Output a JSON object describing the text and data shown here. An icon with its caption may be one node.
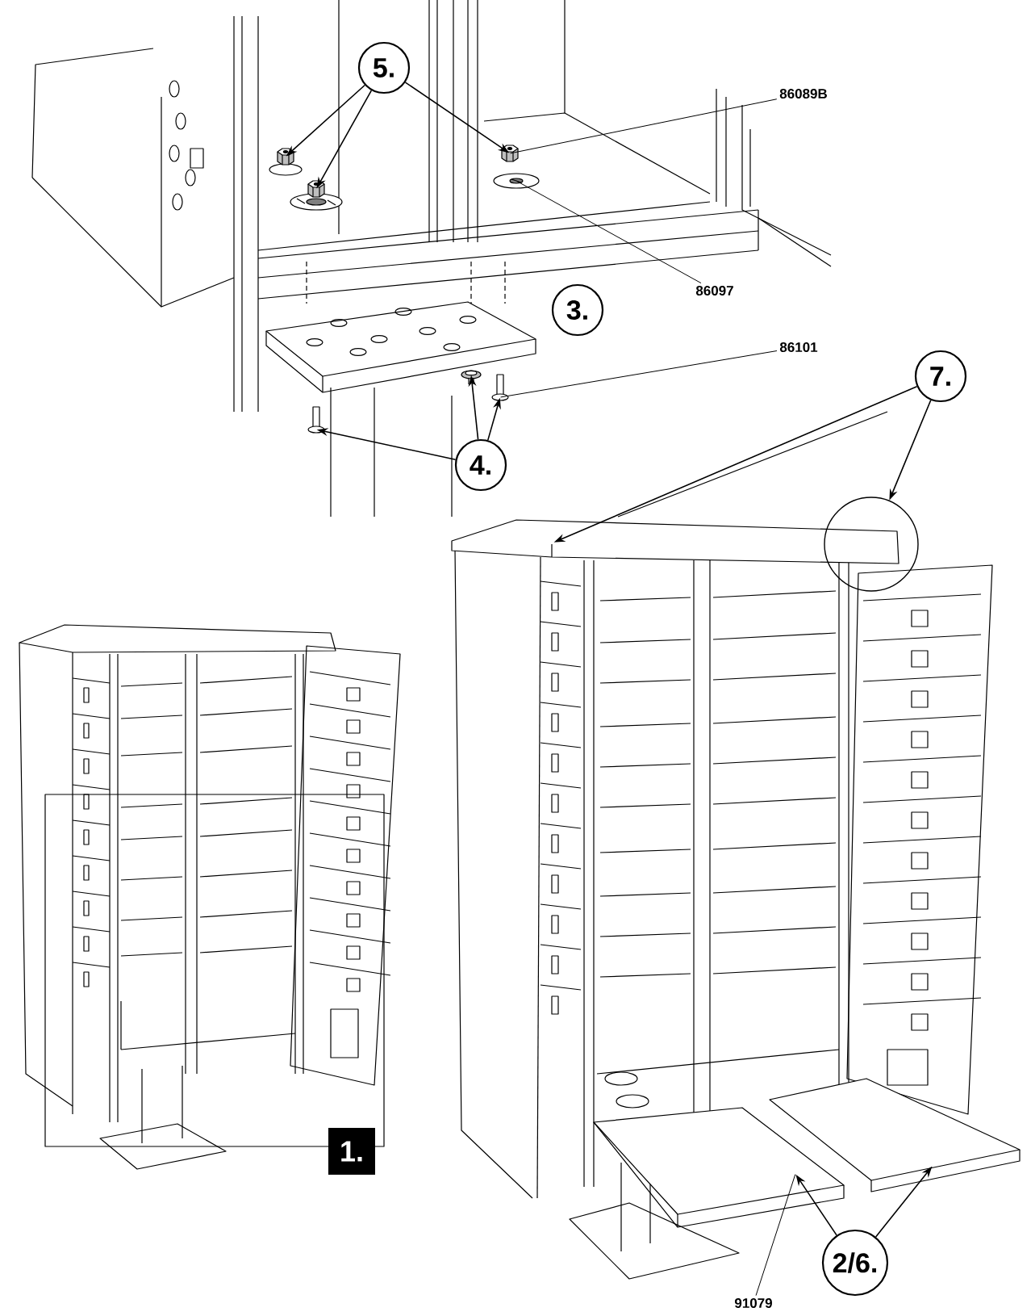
{
  "diagram": {
    "nodes": [
      {
        "text": [
          "5."
        ]
      },
      {
        "text": [],
        "shape": "picture"
      },
      {
        "text": [],
        "shape": "picture"
      },
      {
        "text": [],
        "shape": "picture"
      },
      {
        "text": [
          "86089B"
        ]
      },
      {
        "text": [
          "86097"
        ]
      },
      {
        "text": [],
        "shape": "picture"
      },
      {
        "text": [
          "3."
        ]
      },
      {
        "text": [
          "86101"
        ]
      },
      {
        "text": [],
        "shape": "picture"
      },
      {
        "text": [
          "4."
        ]
      },
      {
        "text": [],
        "shape": "picture"
      },
      {
        "text": [],
        "shape": "picture"
      },
      {
        "text": [
          "7."
        ]
      },
      {
        "text": [],
        "shape": "picture"
      },
      {
        "text": [],
        "shape": "circle"
      },
      {
        "text": [
          "1."
        ]
      },
      {
        "text": [
          "2/6."
        ]
      },
      {
        "text": [],
        "shape": "picture"
      },
      {
        "text": [],
        "shape": "picture"
      },
      {
        "text": [
          "91079"
        ]
      }
    ],
    "edges": [
      {
        "from": 0,
        "to": 1,
        "arrow": "to"
      },
      {
        "from": 0,
        "to": 2,
        "arrow": "to"
      },
      {
        "from": 0,
        "to": 3,
        "arrow": "to"
      },
      {
        "from": 4,
        "to": 3,
        "arrow": "none"
      },
      {
        "from": 5,
        "to": 6,
        "arrow": "none"
      },
      {
        "from": 8,
        "to": 9,
        "arrow": "none"
      },
      {
        "from": 10,
        "to": 11,
        "arrow": "to"
      },
      {
        "from": 10,
        "to": 12,
        "arrow": "to"
      },
      {
        "from": 10,
        "to": 9,
        "arrow": "to"
      },
      {
        "from": 13,
        "to": 14,
        "arrow": "to"
      },
      {
        "from": 13,
        "to": 15,
        "arrow": "to"
      },
      {
        "from": 17,
        "to": 18,
        "arrow": "to"
      },
      {
        "from": 17,
        "to": 19,
        "arrow": "to"
      },
      {
        "from": 20,
        "to": 18,
        "arrow": "none"
      }
    ]
  }
}
